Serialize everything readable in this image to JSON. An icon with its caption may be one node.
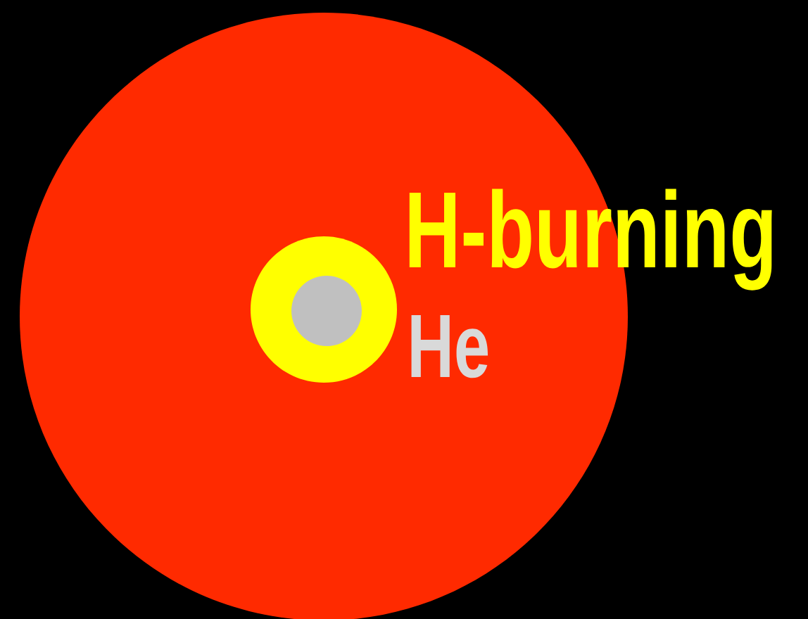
{
  "diagram": {
    "nodes": [
      {
        "text": [],
        "shape": "circle"
      },
      {
        "text": [],
        "shape": "circle",
        "in": 0,
        "beside": [
          "H-burning"
        ]
      },
      {
        "text": [],
        "shape": "circle",
        "in": 1,
        "beside": [
          "He"
        ]
      }
    ]
  }
}
